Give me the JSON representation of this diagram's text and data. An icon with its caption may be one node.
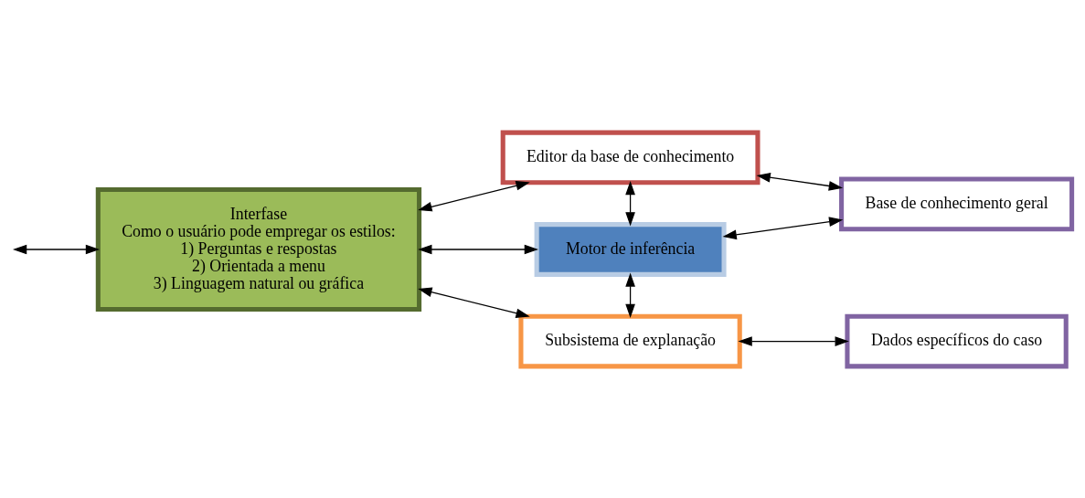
{
  "diagram": {
    "nodes": [
      {
        "text": [
          "Interfase",
          "Como o usuário pode empregar os estilos:",
          "1) Perguntas e respostas",
          "2) Orientada a menu",
          "3) Linguagem natural ou gráfica"
        ]
      },
      {
        "text": [
          "Editor da base de conhecimento"
        ]
      },
      {
        "text": [
          "Motor de inferência"
        ]
      },
      {
        "text": [
          "Subsistema de explanação"
        ]
      },
      {
        "text": [
          "Base de conhecimento geral"
        ]
      },
      {
        "text": [
          "Dados específicos do caso"
        ]
      }
    ],
    "edges": [
      {
        "from": null,
        "to": 0,
        "arrow": "both"
      },
      {
        "from": 0,
        "to": 1,
        "arrow": "both"
      },
      {
        "from": 0,
        "to": 2,
        "arrow": "both"
      },
      {
        "from": 0,
        "to": 3,
        "arrow": "both"
      },
      {
        "from": 1,
        "to": 2,
        "arrow": "both"
      },
      {
        "from": 2,
        "to": 3,
        "arrow": "both"
      },
      {
        "from": 2,
        "to": 4,
        "arrow": "both"
      },
      {
        "from": 1,
        "to": 4,
        "arrow": "both"
      },
      {
        "from": 3,
        "to": 5,
        "arrow": "both"
      }
    ]
  }
}
